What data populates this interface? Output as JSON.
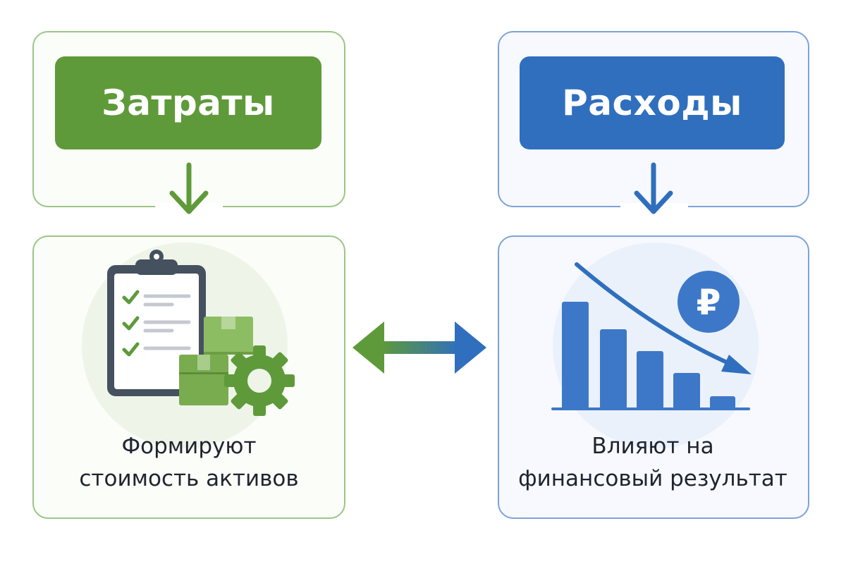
{
  "left": {
    "title": "Затраты",
    "caption_line1": "Формируют",
    "caption_line2": "стоимость активов"
  },
  "right": {
    "title": "Расходы",
    "caption_line1": "Влияют на",
    "caption_line2": "финансовый результат",
    "currency_symbol": "₽"
  },
  "colors": {
    "green": "#5f9a3a",
    "blue": "#2f6fbe"
  },
  "icons": {
    "left": [
      "clipboard-checklist-icon",
      "box-icon",
      "gear-icon"
    ],
    "right": [
      "bar-chart-icon",
      "down-trend-arrow-icon",
      "ruble-coin-icon"
    ],
    "connector": "double-arrow-icon"
  }
}
